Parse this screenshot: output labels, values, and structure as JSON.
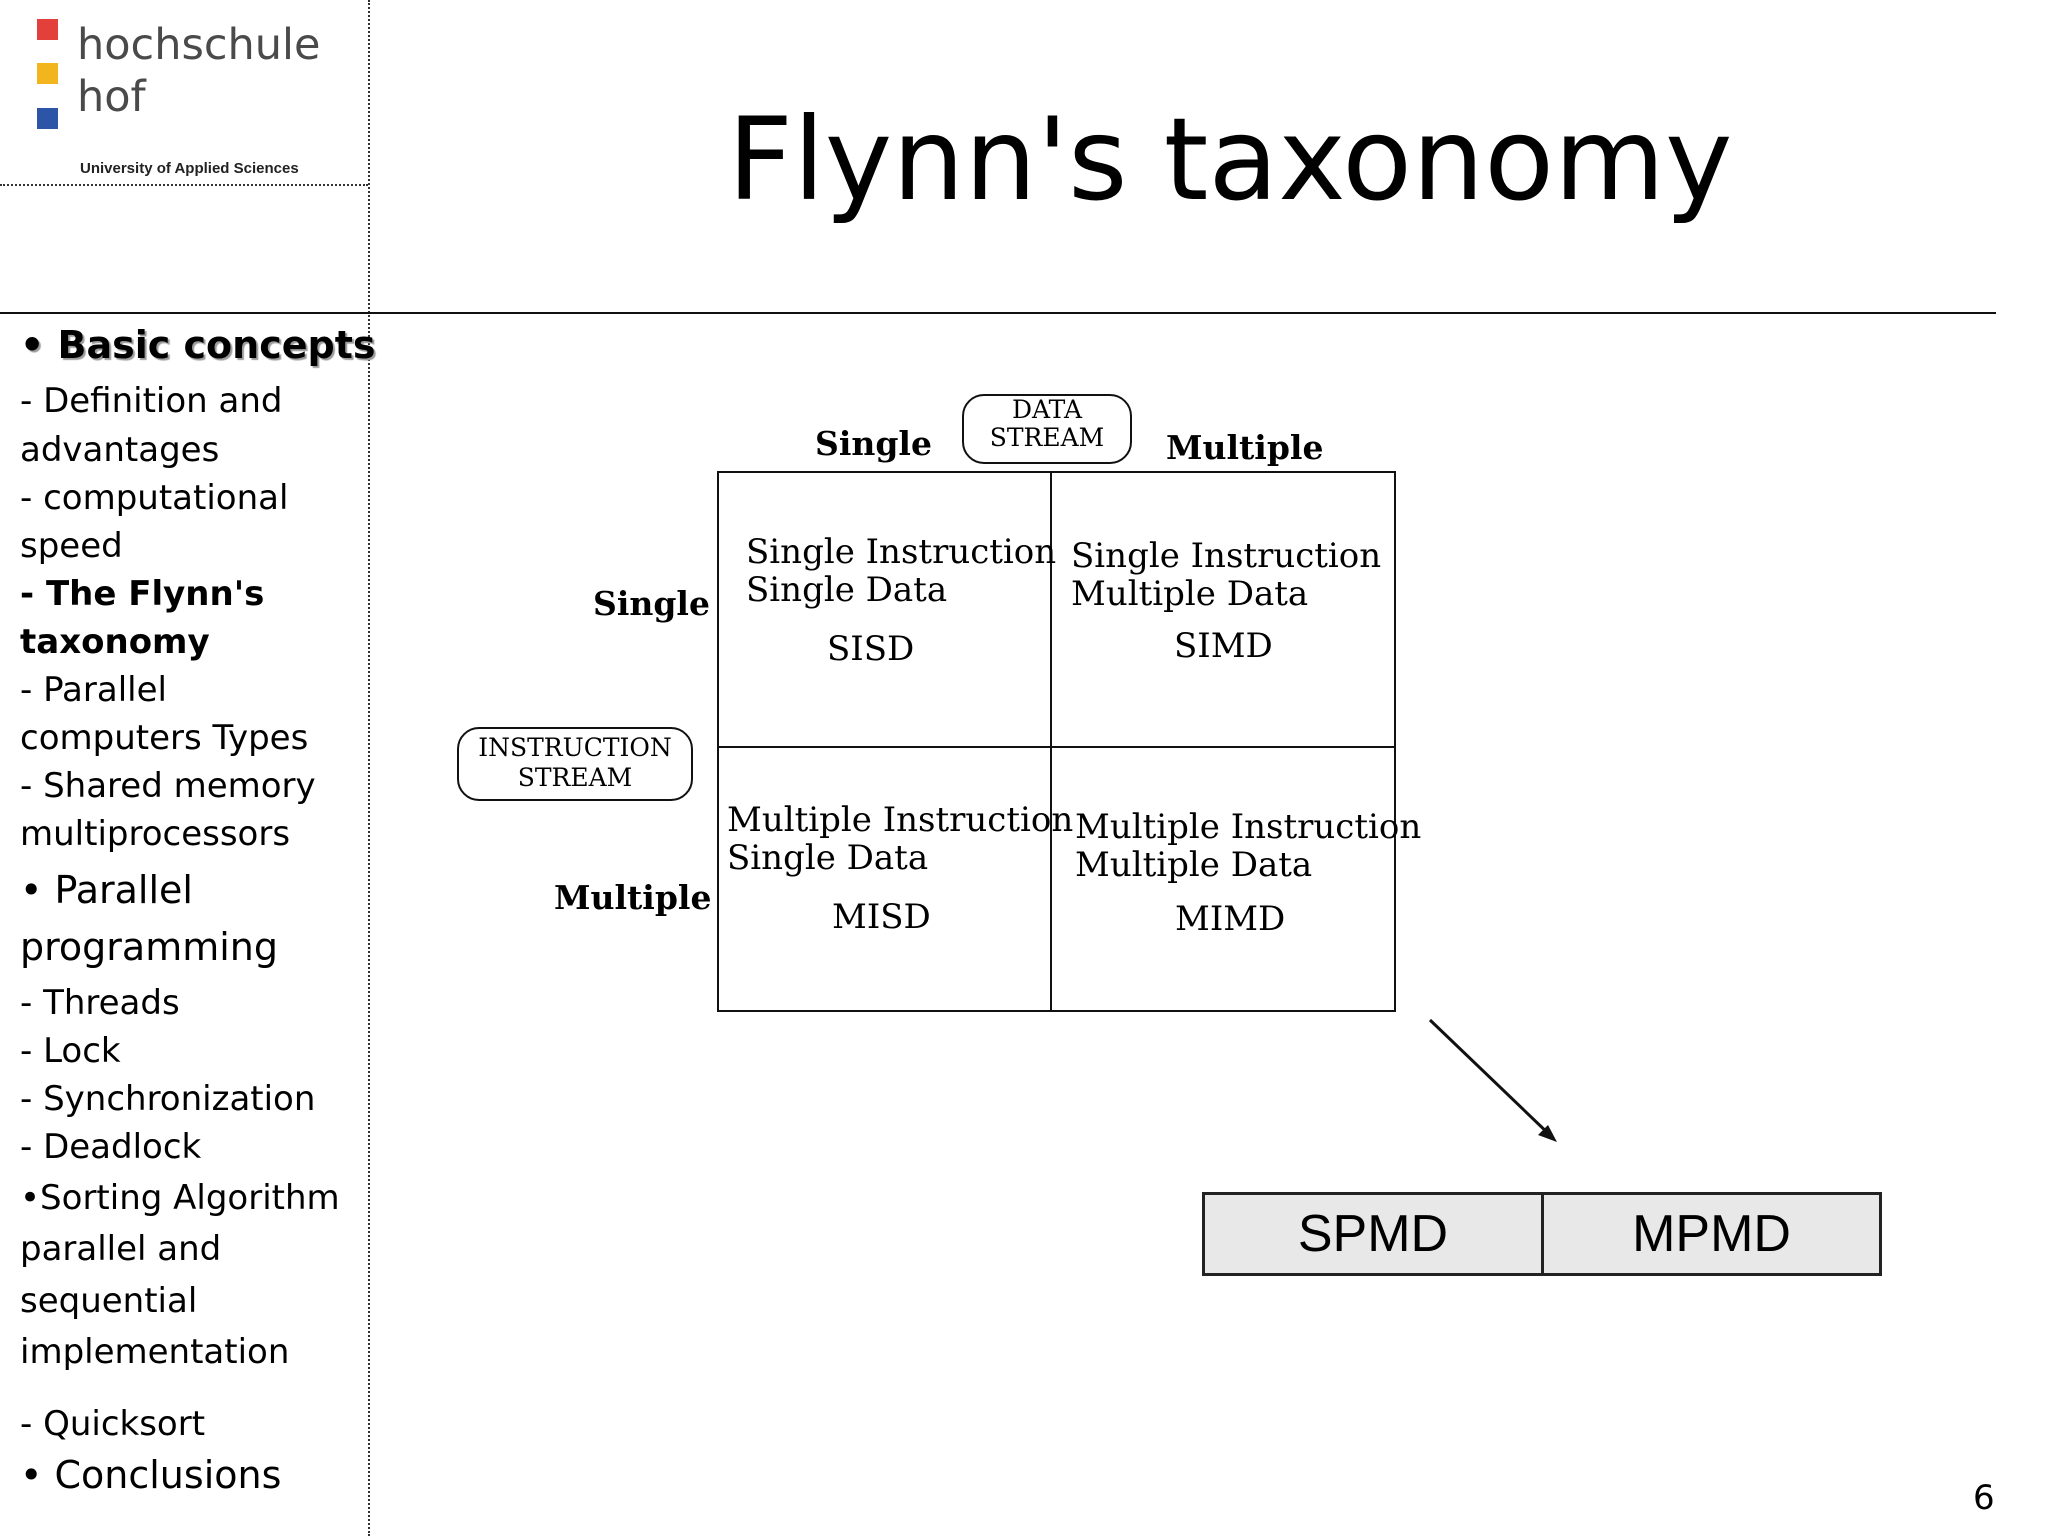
{
  "logo": {
    "line1": "hochschule",
    "line2": "hof",
    "tagline": "University of Applied Sciences"
  },
  "slide": {
    "title": "Flynn's taxonomy",
    "page_number": "6"
  },
  "outline": [
    {
      "text": "• Basic concepts"
    },
    {
      "text": " - Definition and"
    },
    {
      "text": "    advantages"
    },
    {
      "text": " - computational"
    },
    {
      "text": "    speed"
    },
    {
      "text": " - The Flynn's"
    },
    {
      "text": "    taxonomy"
    },
    {
      "text": "- Parallel"
    },
    {
      "text": " computers Types"
    },
    {
      "text": " - Shared memory"
    },
    {
      "text": "multiprocessors"
    },
    {
      "text": "• Parallel"
    },
    {
      "text": "programming"
    },
    {
      "text": " - Threads"
    },
    {
      "text": " -  Lock"
    },
    {
      "text": " - Synchronization"
    },
    {
      "text": " - Deadlock"
    },
    {
      "text": "•Sorting Algorithm"
    },
    {
      "text": "parallel and"
    },
    {
      "text": "sequential"
    },
    {
      "text": "implementation"
    },
    {
      "text": " - Quicksort"
    },
    {
      "text": "• Conclusions"
    }
  ],
  "diagram": {
    "data_stream_label": [
      "DATA",
      "STREAM"
    ],
    "instruction_stream_label": [
      "INSTRUCTION",
      "STREAM"
    ],
    "col_single": "Single",
    "col_multiple": "Multiple",
    "row_single": "Single",
    "row_multiple": "Multiple",
    "cells": [
      {
        "line1": "Single Instruction",
        "line2": "Single Data",
        "abbr": "SISD"
      },
      {
        "line1": "Single Instruction",
        "line2": "Multiple Data",
        "abbr": "SIMD"
      },
      {
        "line1": "Multiple Instruction",
        "line2": "Single Data",
        "abbr": "MISD"
      },
      {
        "line1": "Multiple Instruction",
        "line2": "Multiple Data",
        "abbr": "MIMD"
      }
    ]
  },
  "mimd_models": [
    "SPMD",
    "MPMD"
  ]
}
